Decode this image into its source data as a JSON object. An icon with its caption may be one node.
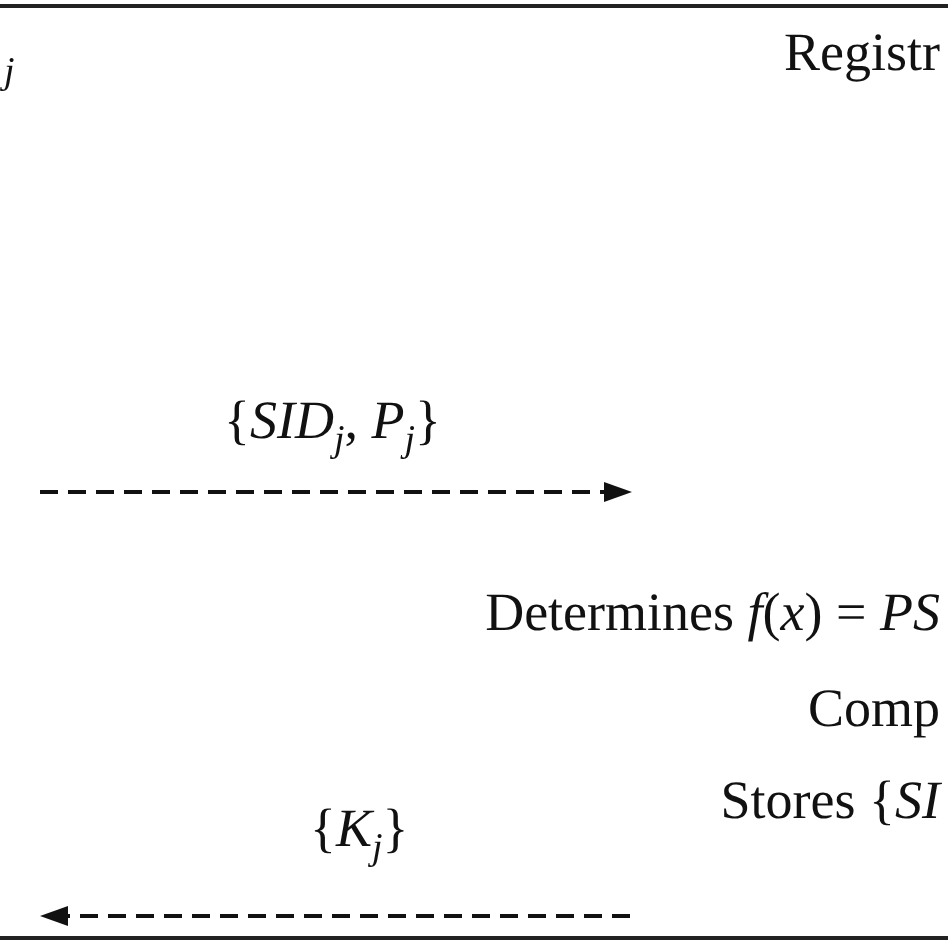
{
  "diagram": {
    "labels": [
      "$_{j}$",
      "Registr",
      "{*SID*$_{j}$, *P*$_{j}$}",
      "Determines *f*(*x*) = *PS*",
      "Comp",
      "Stores {*SI*",
      "{*K*$_{j}$}"
    ]
  }
}
